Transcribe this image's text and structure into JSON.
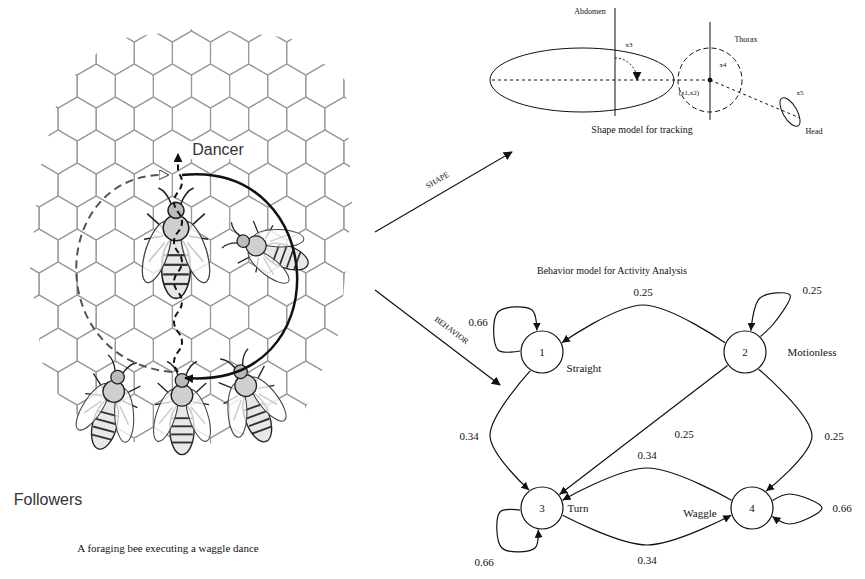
{
  "diagram": {
    "nodes": [
      {
        "text": [
          "1",
          "Straight"
        ]
      },
      {
        "text": [
          "2",
          "Motionless"
        ]
      },
      {
        "text": [
          "3",
          "Turn"
        ]
      },
      {
        "text": [
          "4",
          "Waggle"
        ]
      }
    ],
    "edges": [
      {
        "from": 0,
        "to": 0,
        "arrow": "to",
        "label": "0.66"
      },
      {
        "from": 1,
        "to": 0,
        "arrow": "to",
        "label": "0.25"
      },
      {
        "from": 1,
        "to": 1,
        "arrow": "to",
        "label": "0.25"
      },
      {
        "from": 0,
        "to": 2,
        "arrow": "to",
        "label": "0.34"
      },
      {
        "from": 1,
        "to": 2,
        "arrow": "to",
        "label": "0.25"
      },
      {
        "from": 1,
        "to": 3,
        "arrow": "to",
        "label": "0.25"
      },
      {
        "from": 3,
        "to": 2,
        "arrow": "to",
        "label": "0.34"
      },
      {
        "from": 2,
        "to": 3,
        "arrow": "to",
        "label": "0.34"
      },
      {
        "from": 2,
        "to": 2,
        "arrow": "to",
        "label": "0.66"
      },
      {
        "from": 3,
        "to": 3,
        "arrow": "to",
        "label": "0.66"
      }
    ],
    "labels": [
      "Dancer",
      "Followers",
      "A foraging bee executing a waggle dance",
      "SHAPE",
      "BEHAVIOR",
      "Abdomen",
      "x3",
      "Thorax",
      "x4",
      "(x1,x2)",
      "x5",
      "Head",
      "Shape model for tracking",
      "Behavior model for Activity Analysis"
    ]
  }
}
